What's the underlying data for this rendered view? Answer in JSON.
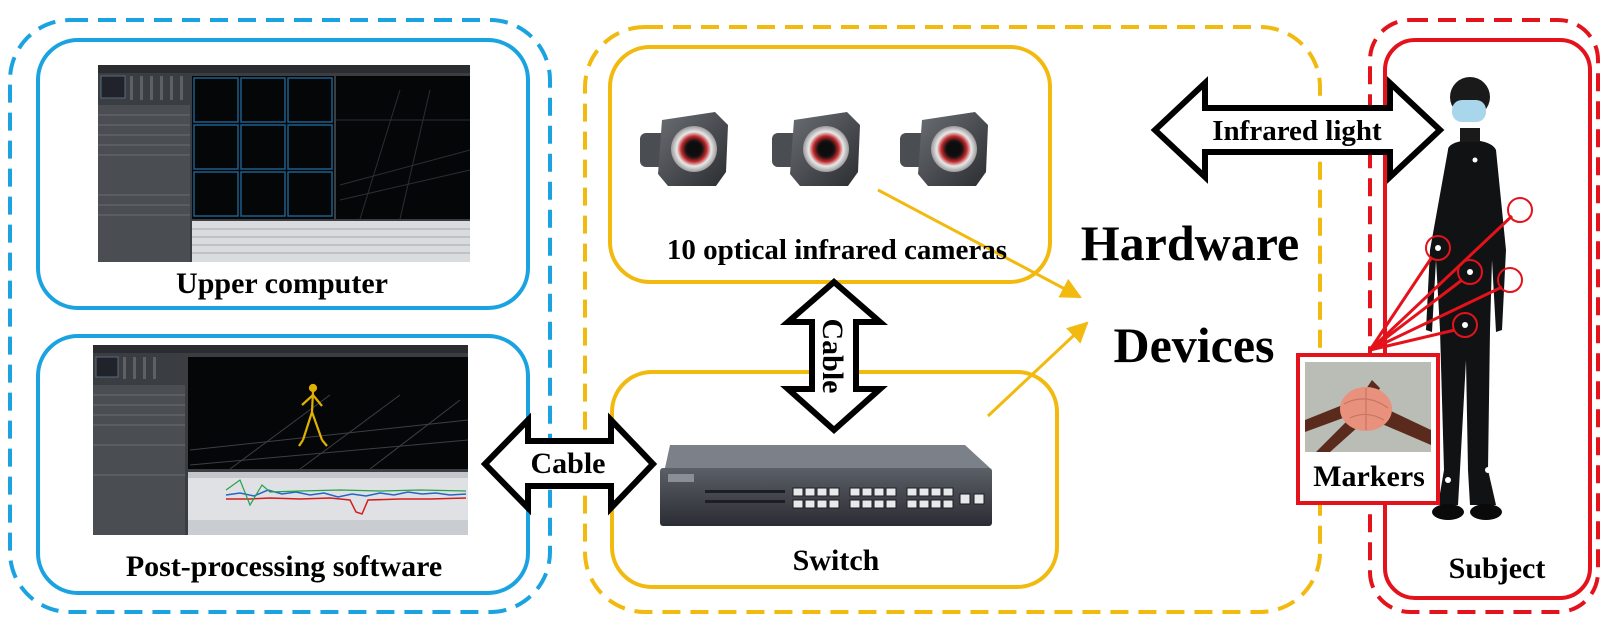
{
  "labels": {
    "upper_computer": "Upper computer",
    "post_processing": "Post-processing software",
    "cameras": "10 optical infrared cameras",
    "switch": "Switch",
    "hardware": "Hardware",
    "devices": "Devices",
    "markers": "Markers",
    "subject": "Subject"
  },
  "arrows": {
    "infrared": "Infrared light",
    "cable_vertical": "Cable",
    "cable_horizontal": "Cable"
  },
  "images": {
    "upper_screen": "motion-capture-software-screenshot",
    "post_screen": "post-processing-software-screenshot",
    "camera": "optical-infrared-camera",
    "switch": "network-switch",
    "marker_photo": "reflective-marker-photo",
    "subject": "person-in-motion-capture-suit"
  },
  "colors": {
    "blue": "#1aa3e0",
    "yellow": "#f2b90f",
    "red": "#e3121b",
    "black": "#000000"
  }
}
